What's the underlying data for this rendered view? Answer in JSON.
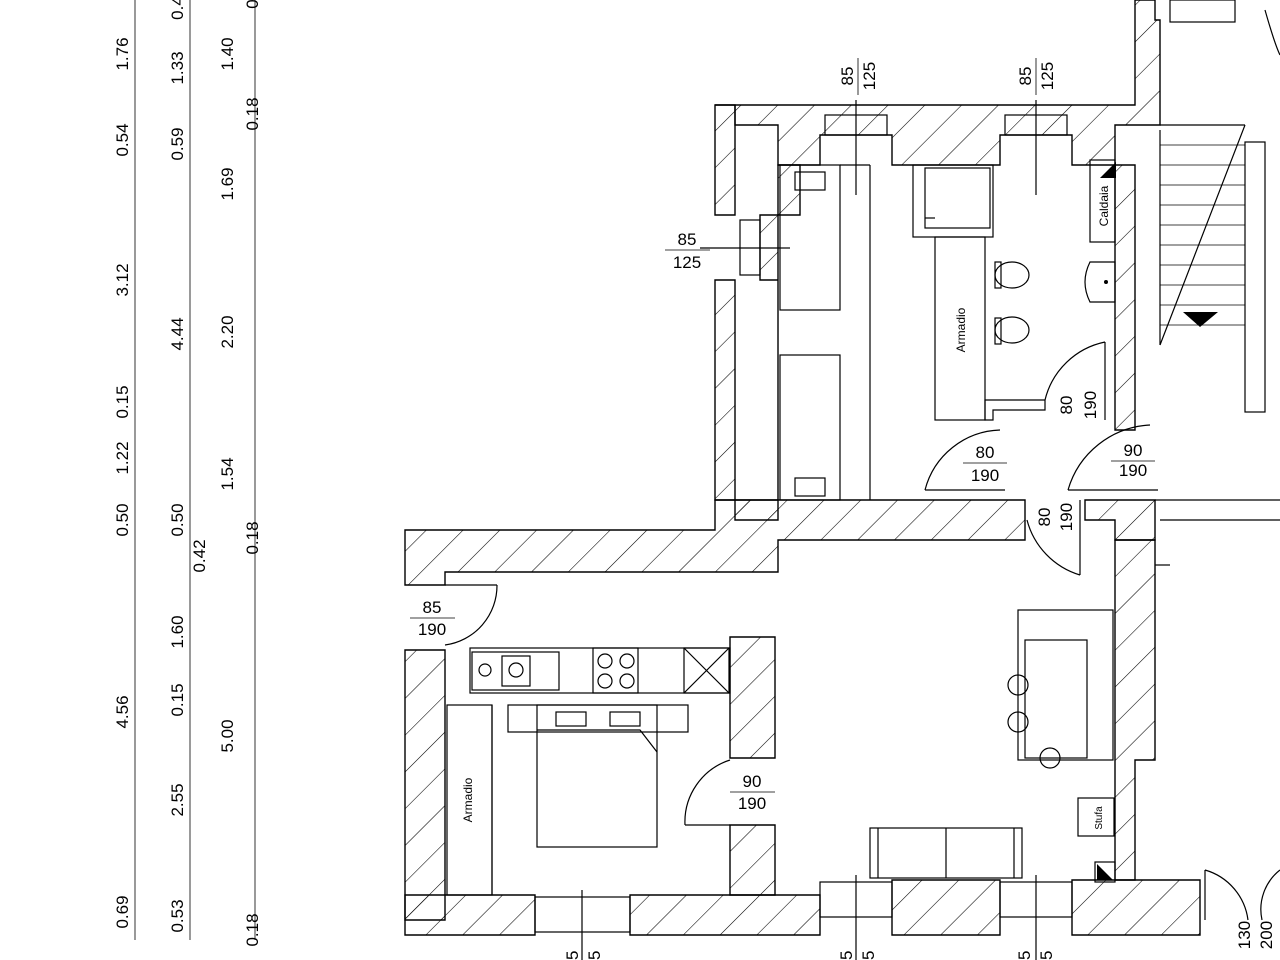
{
  "dimension_chains": {
    "chain_a": [
      "1.76",
      "0.54",
      "3.12",
      "0.15",
      "1.22",
      "0.50",
      "4.56",
      "0.69"
    ],
    "chain_b": [
      "0.4",
      "1.33",
      "0.59",
      "4.44",
      "0.50",
      "0.42",
      "1.60",
      "0.15",
      "2.55",
      "0.53"
    ],
    "chain_c": [
      "0",
      "1.40",
      "0.18",
      "1.69",
      "2.20",
      "1.54",
      "0.18",
      "5.00",
      "0.18"
    ]
  },
  "openings": {
    "window_top_1": {
      "w": "85",
      "h": "125"
    },
    "window_top_2": {
      "w": "85",
      "h": "125"
    },
    "window_left": {
      "w": "85",
      "h": "125"
    },
    "door_bath": {
      "w": "80",
      "h": "190"
    },
    "door_bedroom_top": {
      "w": "80",
      "h": "190"
    },
    "door_stair": {
      "w": "90",
      "h": "190"
    },
    "door_hall": {
      "w": "80",
      "h": "190"
    },
    "door_entry": {
      "w": "85",
      "h": "190"
    },
    "door_bedroom": {
      "w": "90",
      "h": "190"
    },
    "door_right": {
      "w": "130",
      "h": "200"
    }
  },
  "bottom_labels": [
    "5",
    "5",
    "5",
    "5",
    "5",
    "5"
  ],
  "rooms": {
    "caldaia": "Caldaia",
    "armadio_top": "Armadio",
    "armadio_bottom": "Armadio",
    "stufa": "Stufa"
  }
}
